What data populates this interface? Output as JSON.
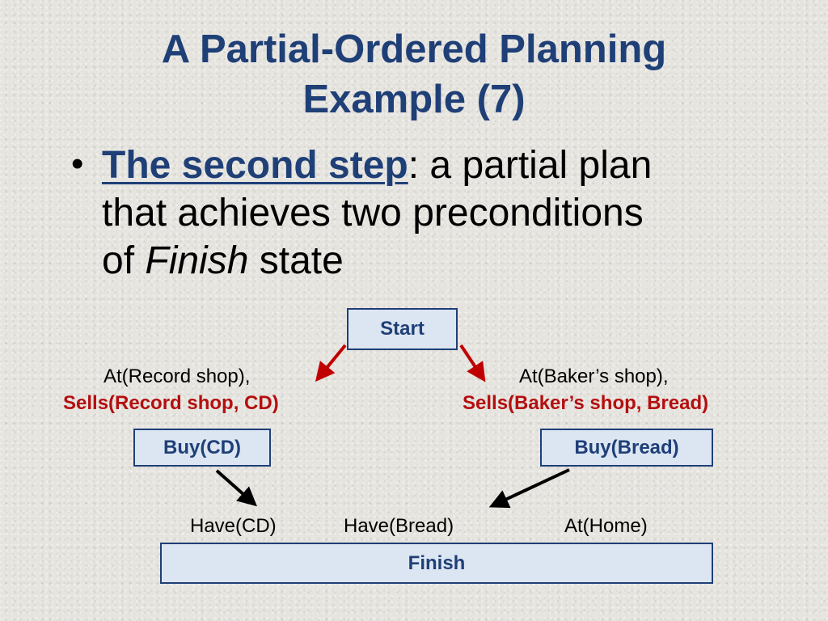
{
  "title": {
    "line1": "A Partial-Ordered Planning",
    "line2": "Example (7)"
  },
  "bullet": {
    "marker": "•",
    "emphasis": "The second step",
    "text_part1": ": a partial plan",
    "text_part2": "that achieves two preconditions",
    "text_part3": "of ",
    "italic": "Finish",
    "text_part4": " state"
  },
  "diagram": {
    "start": "Start",
    "left_precondition_1": "At(Record shop),",
    "left_precondition_2": "Sells(Record shop, CD)",
    "right_precondition_1": "At(Baker’s shop),",
    "right_precondition_2": "Sells(Baker’s shop, Bread)",
    "buy_cd": "Buy(CD)",
    "buy_bread": "Buy(Bread)",
    "have_cd": "Have(CD)",
    "have_bread": "Have(Bread)",
    "at_home": "At(Home)",
    "finish": "Finish"
  },
  "colors": {
    "title": "#1f3f77",
    "box_fill": "#dce6f2",
    "red_text": "#b40f0f",
    "red_arrow": "#c00000",
    "black_arrow": "#000000"
  }
}
